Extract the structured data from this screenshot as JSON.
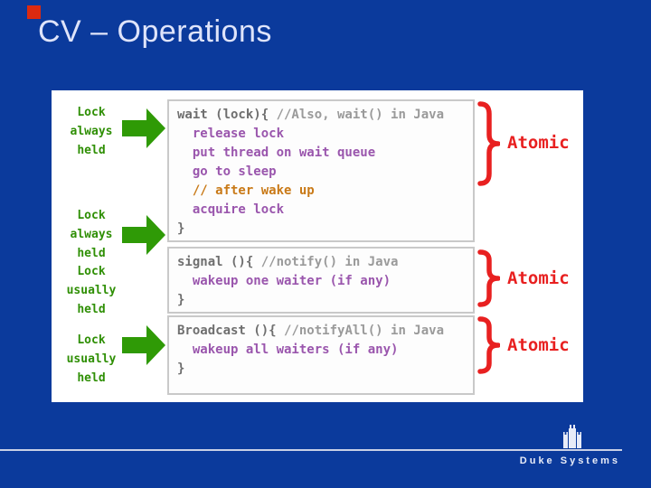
{
  "slide": {
    "title": "CV – Operations"
  },
  "palette": {
    "background_blue": "#0b3a9c",
    "accent_red_square": "#dc2a10",
    "green_label": "#2f8f05",
    "green_arrow": "#2f9a06",
    "code_header_gray": "#6f6f6f",
    "code_comment_gray": "#9a9a9a",
    "code_body_purple": "#9a56ad",
    "code_comment_orange": "#c97a18",
    "brace_red": "#e82020"
  },
  "annotations": {
    "atomic_label": "Atomic",
    "lock_labels": [
      {
        "lines": [
          "Lock",
          "always",
          "held"
        ]
      },
      {
        "lines": [
          "Lock",
          "always",
          "held"
        ]
      },
      {
        "lines": [
          "Lock",
          "usually",
          "held"
        ]
      },
      {
        "lines": [
          "Lock",
          "usually",
          "held"
        ]
      }
    ]
  },
  "code": {
    "blocks": [
      {
        "name": "wait",
        "lines": [
          {
            "segs": [
              {
                "t": "wait (lock){ ",
                "c": "head"
              },
              {
                "t": "//Also, wait() in Java",
                "c": "com"
              }
            ]
          },
          {
            "segs": [
              {
                "t": "  release lock",
                "c": "body"
              }
            ]
          },
          {
            "segs": [
              {
                "t": "  put thread on wait queue",
                "c": "body"
              }
            ]
          },
          {
            "segs": [
              {
                "t": "  go to sleep",
                "c": "body"
              }
            ]
          },
          {
            "segs": [
              {
                "t": "  // after wake up",
                "c": "orange"
              }
            ]
          },
          {
            "segs": [
              {
                "t": "  acquire lock",
                "c": "body"
              }
            ]
          },
          {
            "segs": [
              {
                "t": "}",
                "c": "head"
              }
            ]
          }
        ]
      },
      {
        "name": "signal",
        "lines": [
          {
            "segs": [
              {
                "t": "signal (){ ",
                "c": "head"
              },
              {
                "t": "//notify() in Java",
                "c": "com"
              }
            ]
          },
          {
            "segs": [
              {
                "t": "  wakeup one waiter (if any)",
                "c": "body"
              }
            ]
          },
          {
            "segs": [
              {
                "t": "}",
                "c": "head"
              }
            ]
          }
        ]
      },
      {
        "name": "broadcast",
        "lines": [
          {
            "segs": [
              {
                "t": "Broadcast (){ ",
                "c": "head"
              },
              {
                "t": "//notifyAll() in Java",
                "c": "com"
              }
            ]
          },
          {
            "segs": [
              {
                "t": "  wakeup all waiters (if any)",
                "c": "body"
              }
            ]
          },
          {
            "segs": [
              {
                "t": "}",
                "c": "head"
              }
            ]
          }
        ]
      }
    ]
  },
  "footer": {
    "brand": "Duke Systems"
  }
}
